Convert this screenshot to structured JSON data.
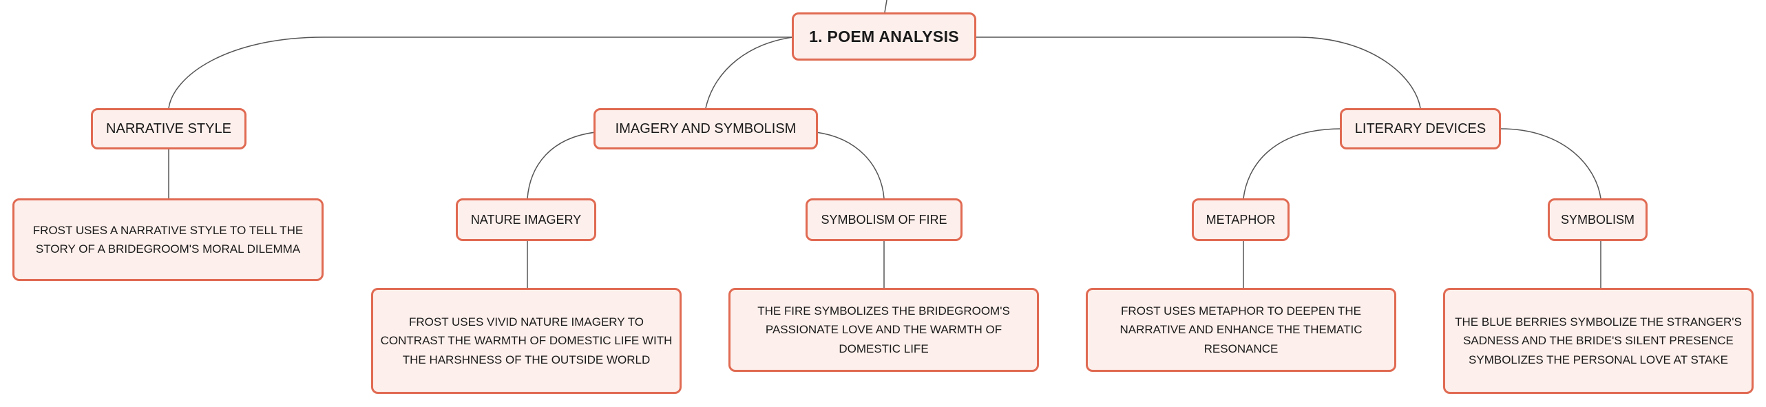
{
  "colors": {
    "node_fill": "#fdefeb",
    "node_border": "#e06a52",
    "connector": "#555555",
    "text": "#1a1a1a"
  },
  "root": {
    "label": "1. POEM ANALYSIS"
  },
  "branches": [
    {
      "label": "NARRATIVE STYLE",
      "detail": "FROST USES A NARRATIVE STYLE TO TELL THE STORY OF A BRIDEGROOM'S MORAL DILEMMA"
    },
    {
      "label": "IMAGERY AND SYMBOLISM",
      "children": [
        {
          "label": "NATURE IMAGERY",
          "detail": "FROST USES VIVID NATURE IMAGERY TO CONTRAST THE WARMTH OF DOMESTIC LIFE WITH THE HARSHNESS OF THE OUTSIDE WORLD"
        },
        {
          "label": "SYMBOLISM OF FIRE",
          "detail": "THE FIRE SYMBOLIZES THE BRIDEGROOM'S PASSIONATE LOVE AND THE WARMTH OF DOMESTIC LIFE"
        }
      ]
    },
    {
      "label": "LITERARY DEVICES",
      "children": [
        {
          "label": "METAPHOR",
          "detail": "FROST USES METAPHOR TO DEEPEN THE NARRATIVE AND ENHANCE THE THEMATIC RESONANCE"
        },
        {
          "label": "SYMBOLISM",
          "detail": "THE BLUE BERRIES SYMBOLIZE THE STRANGER'S SADNESS AND THE BRIDE'S SILENT PRESENCE SYMBOLIZES THE PERSONAL LOVE AT STAKE"
        }
      ]
    }
  ]
}
